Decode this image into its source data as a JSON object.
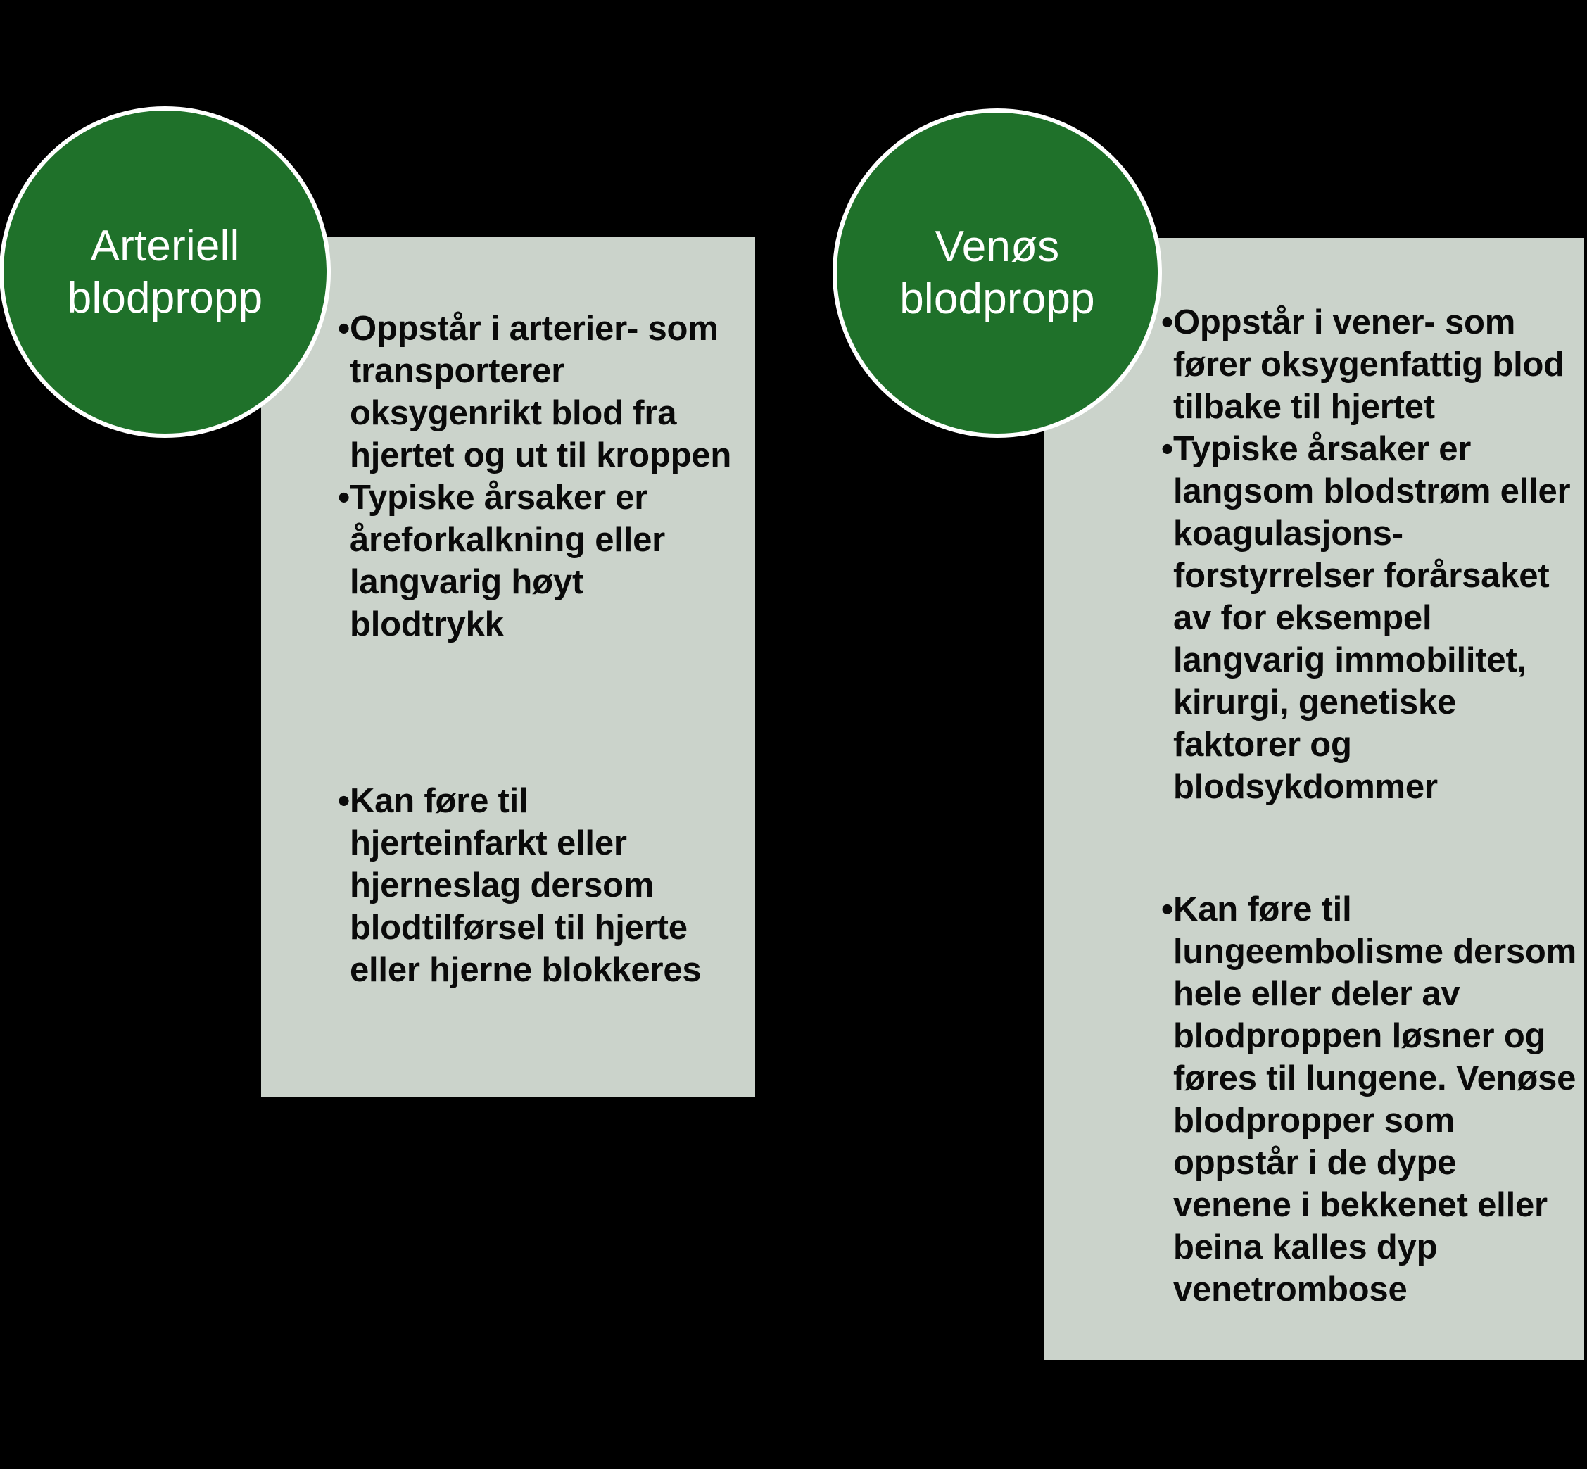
{
  "diagram": {
    "title_colors": {
      "circle_fill": "#1F712A",
      "circle_border": "#FFFFFF",
      "panel_background": "#CBD3CB",
      "page_background": "#000000",
      "text": "#0A0A0A"
    },
    "columns": [
      {
        "circle_label": "Arteriell\nblodpropp",
        "bullet_char": "•",
        "bullet_groups": [
          {
            "items": [
              "Oppstår i arterier- som transporterer oksygenrikt blod fra hjertet og ut til kroppen",
              "Typiske årsaker er åreforkalkning eller langvarig høyt blodtrykk"
            ]
          },
          {
            "items": [
              "Kan føre til hjerteinfarkt eller hjerneslag dersom blodtilførsel til hjerte eller hjerne blokkeres"
            ]
          }
        ]
      },
      {
        "circle_label": "Venøs\nblodpropp",
        "bullet_char": "•",
        "bullet_groups": [
          {
            "items": [
              "Oppstår i vener- som fører oksygenfattig blod tilbake til hjertet",
              "Typiske årsaker er langsom blodstrøm eller koagulasjons-forstyrrelser forårsaket av for eksempel langvarig immobilitet, kirurgi, genetiske faktorer og blodsykdommer"
            ]
          },
          {
            "items": [
              "Kan føre til lungeembolisme dersom hele eller deler av blodproppen løsner og føres til lungene. Venøse blodpropper som oppstår i de dype venene i bekkenet eller beina kalles dyp venetrombose"
            ]
          }
        ]
      }
    ]
  }
}
